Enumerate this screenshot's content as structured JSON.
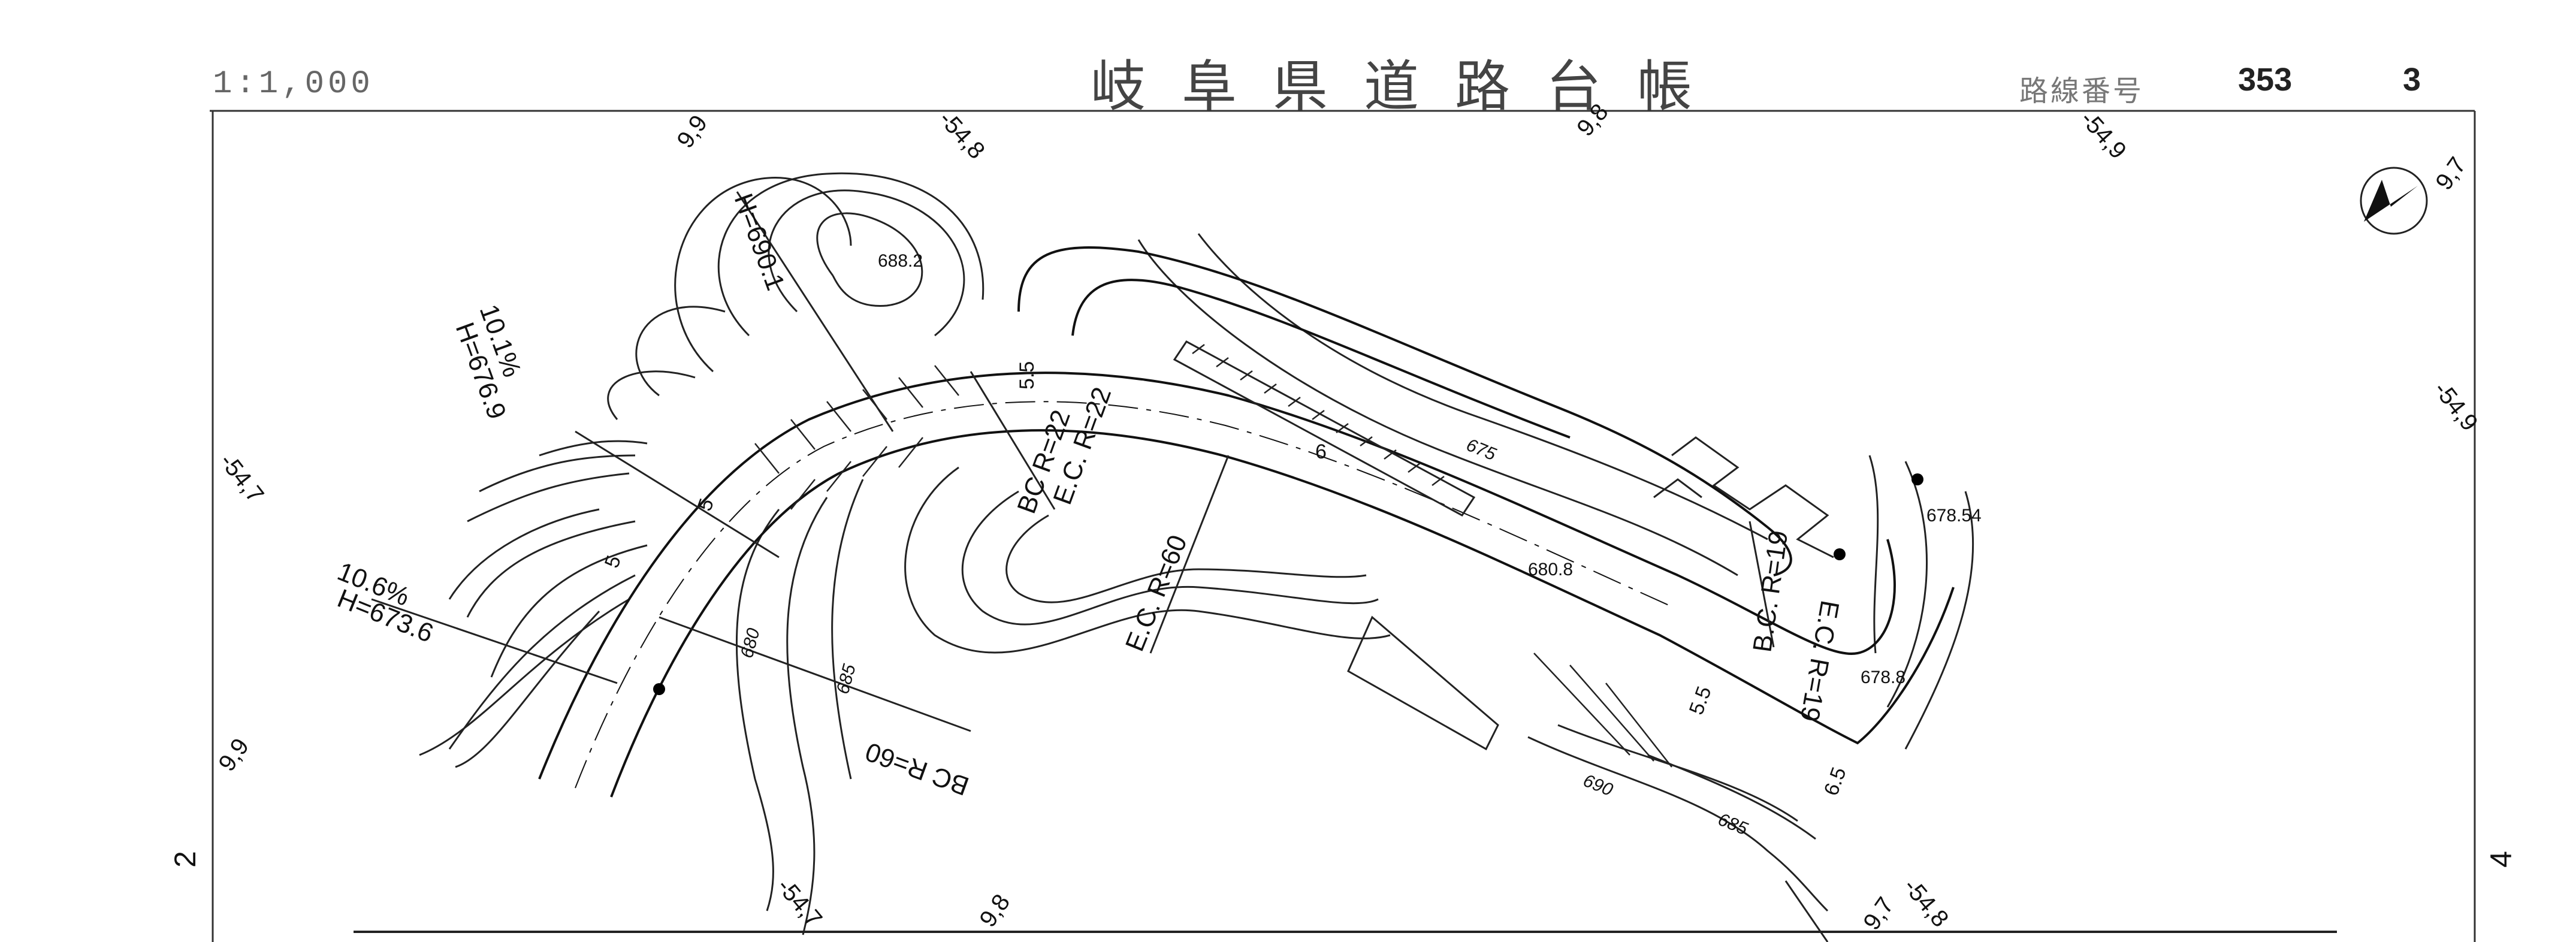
{
  "header": {
    "scale": "1:1,000",
    "title": "岐阜県道路台帳",
    "route_label": "路線番号",
    "route_number": "353",
    "sheet_number": "3"
  },
  "edge_numbers": {
    "left": "2",
    "right": "4"
  },
  "grid_labels": [
    {
      "text": "9,9"
    },
    {
      "text": "-54,8"
    },
    {
      "text": "9,8"
    },
    {
      "text": "-54,9"
    },
    {
      "text": "9,7"
    },
    {
      "text": "-54,9"
    },
    {
      "text": "-54,7"
    },
    {
      "text": "9,9"
    },
    {
      "text": "-54,7"
    },
    {
      "text": "9,8"
    },
    {
      "text": "9,7"
    },
    {
      "text": "-54,8"
    }
  ],
  "elevation_labels": [
    "688.2",
    "680.8",
    "678.54",
    "678.8"
  ],
  "contour_labels": [
    "675",
    "680",
    "685",
    "690",
    "685"
  ],
  "curve_labels": [
    "H=690.1",
    "H=676.9",
    "10.1%",
    "H=673.6",
    "10.6%",
    "BC R=60",
    "E.C. R=60",
    "BC R=22",
    "E.C. R=22",
    "B.C. R=19",
    "E.C. R=19"
  ],
  "width_labels": [
    "5.5",
    "5.5",
    "6",
    "6.5",
    "5",
    "5"
  ],
  "north_arrow": "north-arrow-icon"
}
